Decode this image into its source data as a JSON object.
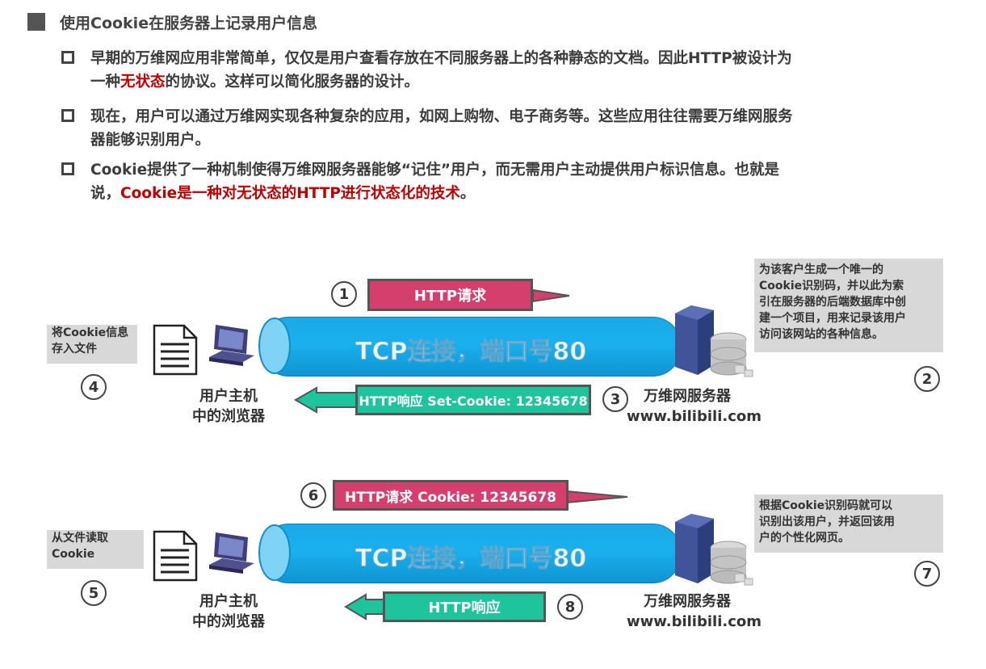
{
  "heading": "使用Cookie在服务器上记录用户信息",
  "bullets": [
    {
      "line1": "早期的万维网应用非常简单，仅仅是用户查看存放在不同服务器上的各种静态的文档。因此HTTP被设计为",
      "line2_pre": "一种",
      "line2_red": "无状态",
      "line2_post": "的协议。这样可以简化服务器的设计。"
    },
    {
      "line1": "现在，用户可以通过万维网实现各种复杂的应用，如网上购物、电子商务等。这些应用往往需要万维网服务",
      "line2": "器能够识别用户。"
    },
    {
      "line1": "Cookie提供了一种机制使得万维网服务器能够“记住”用户，而无需用户主动提供用户标识信息。也就是",
      "line2_pre": "说，",
      "line2_red": "Cookie是一种对无状态的HTTP进行状态化的技术",
      "line2_post": "。"
    }
  ],
  "scene1": {
    "tube_text": "TCP连接，端口号80",
    "step1": "1",
    "req_label": "HTTP请求",
    "resp_label": "HTTP响应 Set-Cookie: 12345678",
    "step3": "3",
    "step4": "4",
    "step2": "2",
    "client_note": "将Cookie信息\n存入文件",
    "client_label": "用户主机\n中的浏览器",
    "server_label": "万维网服务器\nwww.bilibili.com",
    "server_note": "为该客户生成一个唯一的\nCookie识别码，并以此为索\n引在服务器的后端数据库中创\n建一个项目，用来记录该用户\n访问该网站的各种信息。"
  },
  "scene2": {
    "tube_text": "TCP连接，端口号80",
    "step6": "6",
    "req_label": "HTTP请求  Cookie: 12345678",
    "resp_label": "HTTP响应",
    "step8": "8",
    "step5": "5",
    "step7": "7",
    "client_note": "从文件读取\nCookie",
    "client_label": "用户主机\n中的浏览器",
    "server_label": "万维网服务器\nwww.bilibili.com",
    "server_note": "根据Cookie识别码就可以\n识别出该用户，并返回该用\n户的个性化网页。"
  },
  "colors": {
    "request": "#d43f6e",
    "response": "#1ec49b",
    "tube": "#19b0ee",
    "highlight": "#c00000"
  }
}
